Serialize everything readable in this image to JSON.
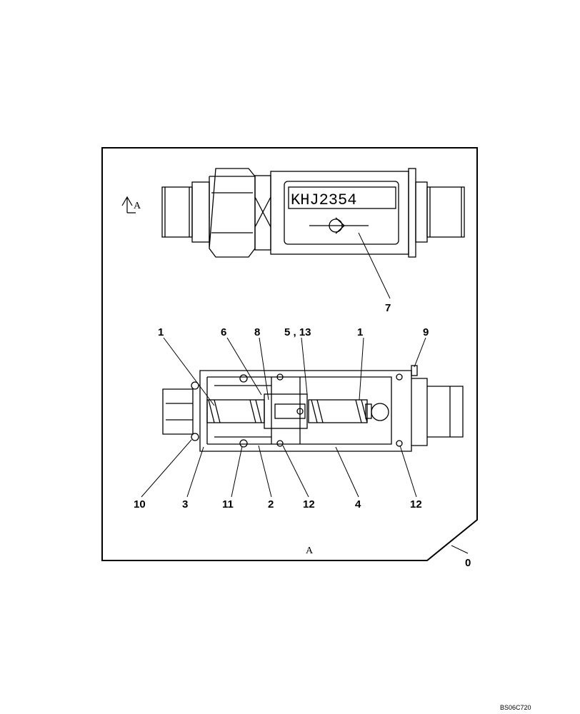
{
  "view_label_top": "A",
  "section_label": "A",
  "nameplate_text": "KHJ2354",
  "callouts": {
    "c1a": "1",
    "c6": "6",
    "c8": "8",
    "c5_13": "5 , 13",
    "c1b": "1",
    "c9": "9",
    "c7": "7",
    "c10": "10",
    "c3": "3",
    "c11": "11",
    "c2": "2",
    "c12a": "12",
    "c4": "4",
    "c12b": "12",
    "c0": "0"
  },
  "drawing_code": "BS06C720"
}
